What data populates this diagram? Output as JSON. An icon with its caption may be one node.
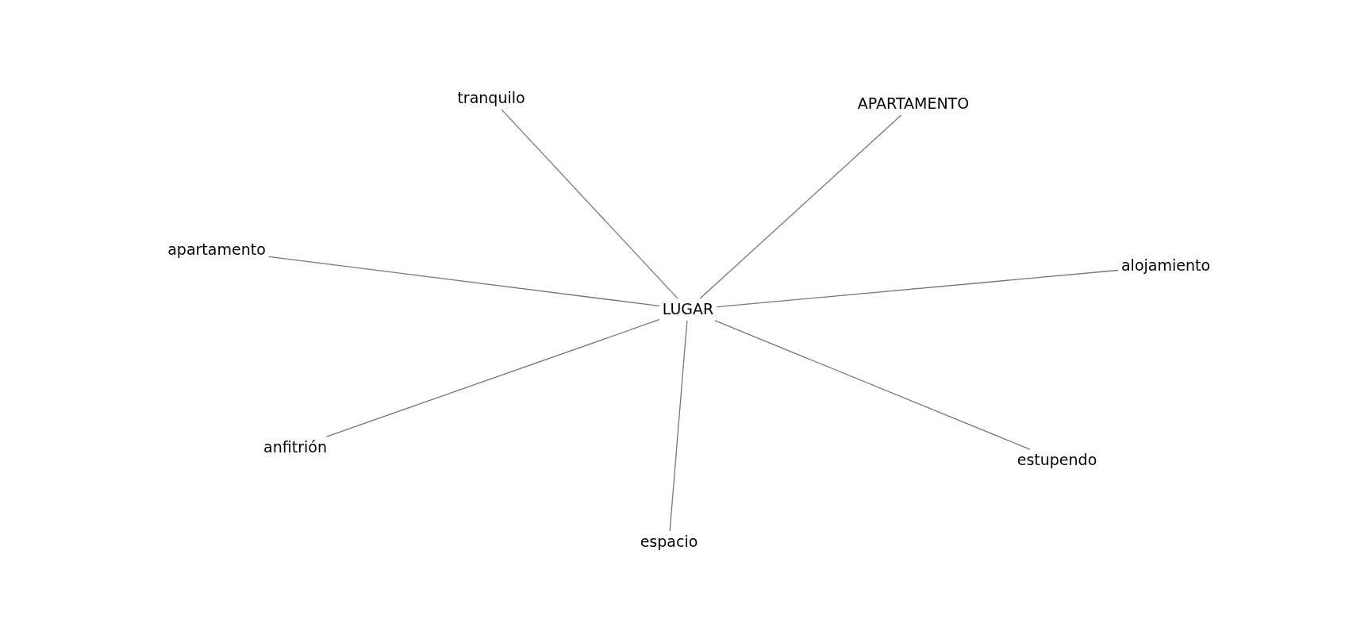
{
  "diagram": {
    "nodes": [
      {
        "text": [
          "tranquilo"
        ]
      },
      {
        "text": [
          "APARTAMENTO"
        ]
      },
      {
        "text": [
          "apartamento"
        ]
      },
      {
        "text": [
          "alojamiento"
        ]
      },
      {
        "text": [
          "LUGAR"
        ]
      },
      {
        "text": [
          "anfitrión"
        ]
      },
      {
        "text": [
          "estupendo"
        ]
      },
      {
        "text": [
          "espacio"
        ]
      }
    ],
    "edges": [
      {
        "from": 4,
        "to": 0,
        "arrow": "none"
      },
      {
        "from": 4,
        "to": 1,
        "arrow": "none"
      },
      {
        "from": 4,
        "to": 2,
        "arrow": "none"
      },
      {
        "from": 4,
        "to": 3,
        "arrow": "none"
      },
      {
        "from": 4,
        "to": 5,
        "arrow": "none"
      },
      {
        "from": 4,
        "to": 6,
        "arrow": "none"
      },
      {
        "from": 4,
        "to": 7,
        "arrow": "none"
      }
    ]
  }
}
